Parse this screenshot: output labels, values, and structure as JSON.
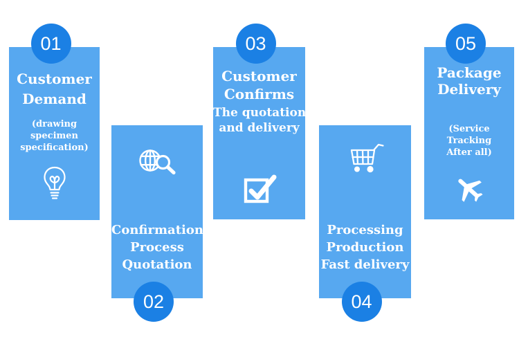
{
  "diagram": {
    "kind": "process-flow-infographic",
    "colors": {
      "card_blue": "#57a8f0",
      "badge_blue": "#1b80e4",
      "text_white": "#ffffff",
      "page_background": "#ffffff"
    },
    "steps": [
      {
        "number": "01",
        "title": [
          "Customer",
          "Demand"
        ],
        "note": [
          "(drawing",
          "specimen",
          "specification)"
        ],
        "icon": "lightbulb-icon",
        "position": "top"
      },
      {
        "number": "02",
        "title": [
          "Confirmation",
          "Process",
          "Quotation"
        ],
        "note": [],
        "icon": "globe-search-icon",
        "position": "bottom"
      },
      {
        "number": "03",
        "title": [
          "Customer",
          "Confirms"
        ],
        "note": [
          "The quotation",
          "and delivery"
        ],
        "icon": "checkbox-checked-icon",
        "position": "top"
      },
      {
        "number": "04",
        "title": [
          "Processing",
          "Production",
          "Fast delivery"
        ],
        "note": [],
        "icon": "shopping-cart-icon",
        "position": "bottom"
      },
      {
        "number": "05",
        "title": [
          "Package",
          "Delivery"
        ],
        "note": [
          "(Service",
          "Tracking",
          "After all)"
        ],
        "icon": "airplane-icon",
        "position": "top"
      }
    ]
  }
}
